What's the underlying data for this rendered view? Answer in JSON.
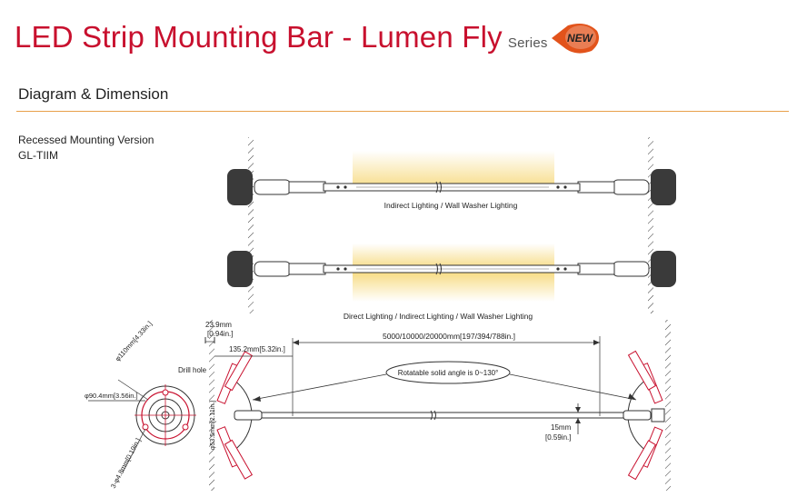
{
  "header": {
    "title": "LED Strip Mounting Bar - Lumen Fly",
    "series": "Series",
    "badge": "NEW"
  },
  "section": {
    "title": "Diagram & Dimension",
    "version_name": "Recessed Mounting Version",
    "model": "GL-TIIM"
  },
  "captions": {
    "top_bar": "Indirect Lighting / Wall Washer Lighting",
    "mid_bar": "Direct Lighting / Indirect Lighting / Wall Washer Lighting"
  },
  "dimensions": {
    "flange_depth": "23.9mm",
    "flange_depth_in": "[0.94in.]",
    "end_length": "135.2mm[5.32in.]",
    "bar_length": "5000/10000/20000mm[197/394/788in.]",
    "angle_note": "Rotatable solid angle is 0~130°",
    "tube_diameter": "15mm",
    "tube_diameter_in": "[0.59in.]",
    "outer_diameter": "φ110mm[4.33in.]",
    "hole_circle": "φ90.4mm[3.56in.]",
    "screw_holes": "3-φ4.8mm[0.19in.]",
    "drill_hole": "Drill hole",
    "height": "φ53.5mm[2.11in.]"
  },
  "colors": {
    "brand_red": "#c8102e",
    "rule_orange": "#e8a04a",
    "light_glow": "#f6d878"
  }
}
